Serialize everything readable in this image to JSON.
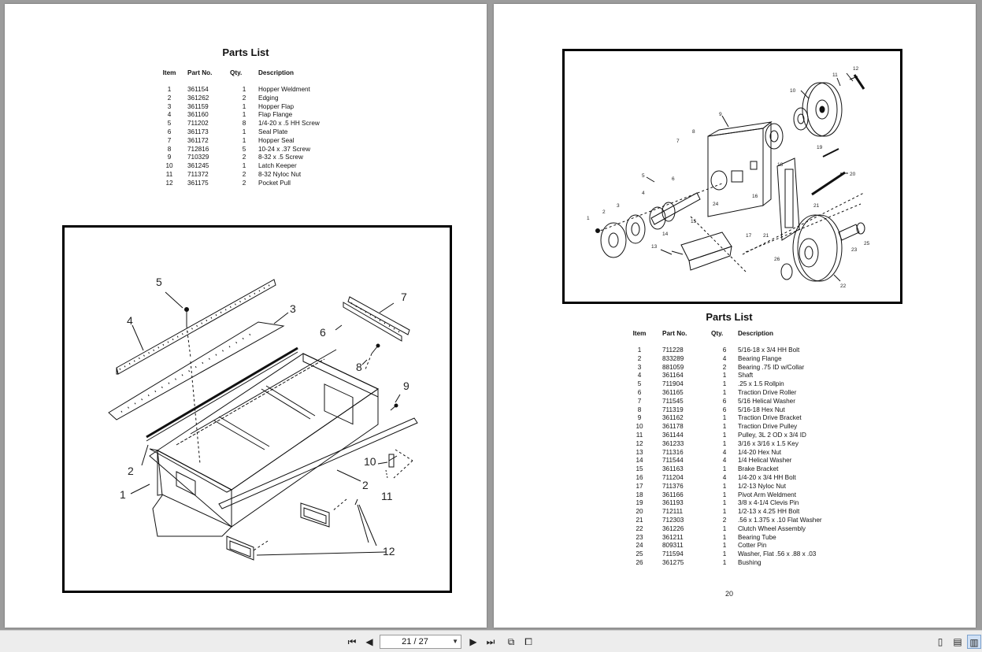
{
  "left_page": {
    "title": "Parts List",
    "headers": {
      "item": "Item",
      "part": "Part No.",
      "qty": "Qty.",
      "desc": "Description"
    },
    "rows": [
      [
        "1",
        "361154",
        "1",
        "Hopper Weldment"
      ],
      [
        "2",
        "361262",
        "2",
        "Edging"
      ],
      [
        "3",
        "361159",
        "1",
        "Hopper Flap"
      ],
      [
        "4",
        "361160",
        "1",
        "Flap Flange"
      ],
      [
        "5",
        "711202",
        "8",
        "1/4-20 x .5 HH Screw"
      ],
      [
        "6",
        "361173",
        "1",
        "Seal Plate"
      ],
      [
        "7",
        "361172",
        "1",
        "Hopper Seal"
      ],
      [
        "8",
        "712816",
        "5",
        "10-24 x .37 Screw"
      ],
      [
        "9",
        "710329",
        "2",
        "8-32 x .5 Screw"
      ],
      [
        "10",
        "361245",
        "1",
        "Latch Keeper"
      ],
      [
        "11",
        "711372",
        "2",
        "8-32 Nyloc Nut"
      ],
      [
        "12",
        "361175",
        "2",
        "Pocket Pull"
      ]
    ],
    "callouts": [
      "1",
      "2",
      "2",
      "3",
      "4",
      "5",
      "6",
      "7",
      "8",
      "9",
      "10",
      "11",
      "12"
    ]
  },
  "right_page": {
    "title": "Parts List",
    "page_number": "20",
    "headers": {
      "item": "Item",
      "part": "Part No.",
      "qty": "Qty.",
      "desc": "Description"
    },
    "rows": [
      [
        "1",
        "711228",
        "6",
        "5/16-18 x 3/4 HH Bolt"
      ],
      [
        "2",
        "833289",
        "4",
        "Bearing Flange"
      ],
      [
        "3",
        "881059",
        "2",
        "Bearing .75 ID w/Collar"
      ],
      [
        "4",
        "361164",
        "1",
        "Shaft"
      ],
      [
        "5",
        "711904",
        "1",
        ".25 x 1.5 Rollpin"
      ],
      [
        "6",
        "361165",
        "1",
        "Traction Drive Roller"
      ],
      [
        "7",
        "711545",
        "6",
        "5/16 Helical Washer"
      ],
      [
        "8",
        "711319",
        "6",
        "5/16-18 Hex Nut"
      ],
      [
        "9",
        "361162",
        "1",
        "Traction Drive Bracket"
      ],
      [
        "10",
        "361178",
        "1",
        "Traction Drive Pulley"
      ],
      [
        "11",
        "361144",
        "1",
        "Pulley, 3L 2 OD x 3/4 ID"
      ],
      [
        "12",
        "361233",
        "1",
        "3/16 x 3/16 x 1.5 Key"
      ],
      [
        "13",
        "711316",
        "4",
        "1/4-20 Hex Nut"
      ],
      [
        "14",
        "711544",
        "4",
        "1/4 Helical Washer"
      ],
      [
        "15",
        "361163",
        "1",
        "Brake Bracket"
      ],
      [
        "16",
        "711204",
        "4",
        "1/4-20 x 3/4 HH Bolt"
      ],
      [
        "17",
        "711376",
        "1",
        "1/2-13 Nyloc Nut"
      ],
      [
        "18",
        "361166",
        "1",
        "Pivot Arm Weldment"
      ],
      [
        "19",
        "361193",
        "1",
        "3/8 x 4-1/4 Clevis Pin"
      ],
      [
        "20",
        "712111",
        "1",
        "1/2-13 x 4.25 HH Bolt"
      ],
      [
        "21",
        "712303",
        "2",
        ".56 x 1.375 x .10 Flat Washer"
      ],
      [
        "22",
        "361226",
        "1",
        "Clutch Wheel Assembly"
      ],
      [
        "23",
        "361211",
        "1",
        "Bearing Tube"
      ],
      [
        "24",
        "809311",
        "1",
        "Cotter Pin"
      ],
      [
        "25",
        "711594",
        "1",
        "Washer, Flat .56 x .88 x .03"
      ],
      [
        "26",
        "361275",
        "1",
        "Bushing"
      ]
    ],
    "callouts": [
      "1",
      "2",
      "3",
      "4",
      "5",
      "6",
      "7",
      "8",
      "9",
      "10",
      "11",
      "12",
      "13",
      "14",
      "15",
      "16",
      "17",
      "18",
      "19",
      "20",
      "21",
      "21",
      "22",
      "23",
      "24",
      "25",
      "26"
    ]
  },
  "toolbar": {
    "page_indicator": "21 / 27",
    "icons": [
      "first-page-icon",
      "prev-page-icon",
      "next-page-icon",
      "last-page-icon",
      "back-icon",
      "forward-icon",
      "single-page-icon",
      "book-icon",
      "two-page-icon"
    ]
  }
}
